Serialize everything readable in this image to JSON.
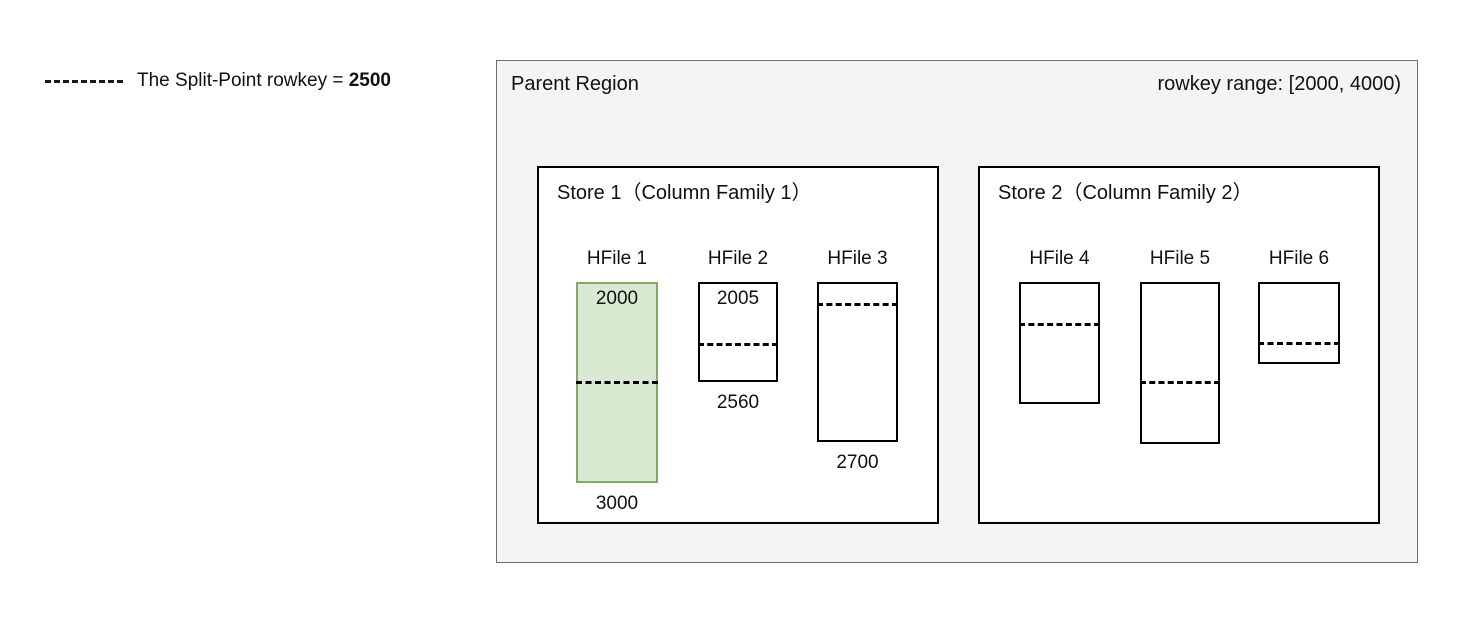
{
  "legend": {
    "dash_icon": "dashed-line-icon",
    "text_prefix": "The Split-Point rowkey = ",
    "split_point": "2500",
    "full_text": "The Split-Point rowkey = 2500"
  },
  "parent_region": {
    "title": "Parent Region",
    "rowkey_range": "rowkey range: [2000, 4000)"
  },
  "stores": [
    {
      "title": "Store 1（Column Family 1）",
      "hfiles": [
        {
          "label": "HFile 1",
          "top_value": "2000",
          "bottom_value": "3000",
          "highlighted": true
        },
        {
          "label": "HFile 2",
          "top_value": "2005",
          "bottom_value": "2560",
          "highlighted": false
        },
        {
          "label": "HFile 3",
          "top_value": "",
          "bottom_value": "2700",
          "highlighted": false
        }
      ]
    },
    {
      "title": "Store 2（Column Family 2）",
      "hfiles": [
        {
          "label": "HFile 4",
          "top_value": "",
          "bottom_value": "",
          "highlighted": false
        },
        {
          "label": "HFile 5",
          "top_value": "",
          "bottom_value": "",
          "highlighted": false
        },
        {
          "label": "HFile 6",
          "top_value": "",
          "bottom_value": "",
          "highlighted": false
        }
      ]
    }
  ],
  "colors": {
    "highlight_fill": "#d9ead3",
    "highlight_border": "#84a868",
    "region_background": "#f4f4f4",
    "region_border": "#6d6d6d",
    "box_border": "#000000",
    "text": "#111111"
  }
}
